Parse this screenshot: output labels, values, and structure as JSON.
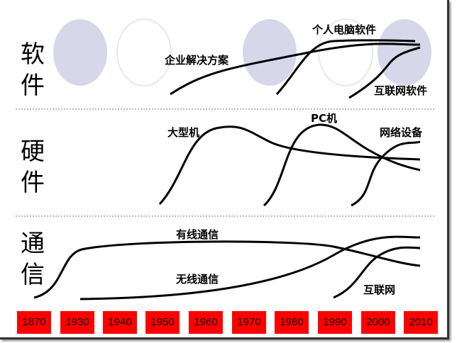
{
  "sections": {
    "software": "软件",
    "hardware": "硬件",
    "communication": "通信"
  },
  "curves": {
    "enterprise": "企业解决方案",
    "pc_software": "个人电脑软件",
    "internet_software": "互联网软件",
    "mainframe": "大型机",
    "pc": "PC机",
    "network": "网络设备",
    "wired": "有线通信",
    "wireless": "无线通信",
    "internet": "互联网"
  },
  "years": [
    "1870",
    "1930",
    "1940",
    "1950",
    "1960",
    "1970",
    "1980",
    "1990",
    "2000",
    "2010"
  ],
  "colors": {
    "timeline": "#ff0000",
    "circle": "#d7d7ea"
  }
}
